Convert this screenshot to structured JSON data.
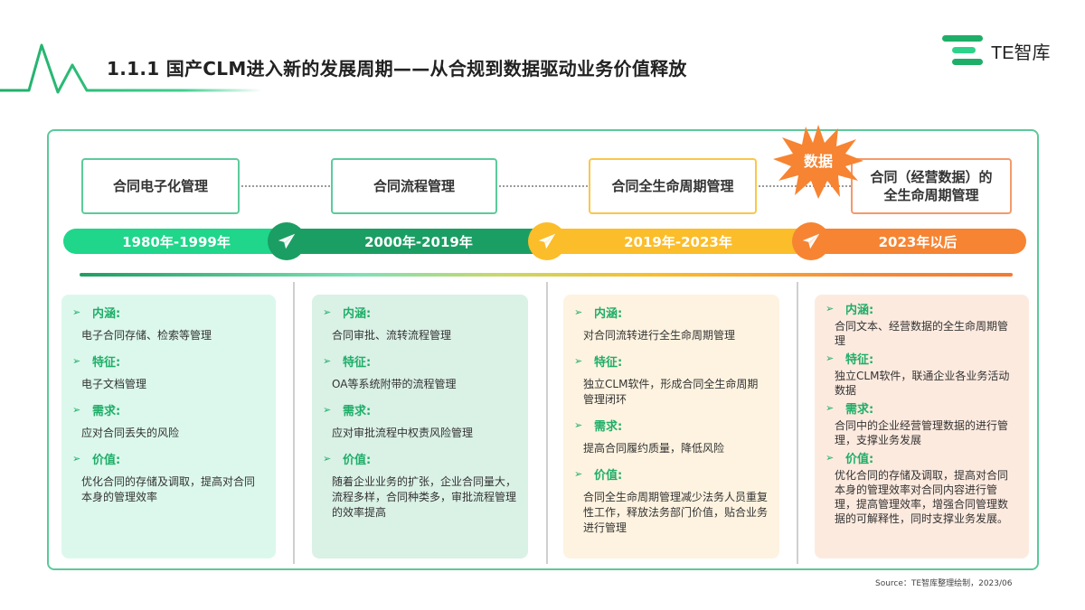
{
  "header": {
    "title": "1.1.1 国产CLM进入新的发展周期——从合规到数据驱动业务价值释放",
    "logo_text": "TE智库"
  },
  "stages": [
    {
      "name": "合同电子化管理",
      "period": "1980年-1999年",
      "color": "#1fd68a"
    },
    {
      "name": "合同流程管理",
      "period": "2000年-2019年",
      "color": "#1b9e63"
    },
    {
      "name": "合同全生命周期管理",
      "period": "2019年-2023年",
      "color": "#fbbd2a"
    },
    {
      "name_line1": "合同（经营数据）的",
      "name_line2": "全生命周期管理",
      "period": "2023年以后",
      "color": "#f68432"
    }
  ],
  "burst_label": "数据",
  "icons": {
    "timeline_node": "paper-plane-icon",
    "bullet": "arrow-right-icon"
  },
  "section_labels": {
    "connotation": "内涵:",
    "feature": "特征:",
    "demand": "需求:",
    "value": "价值:"
  },
  "columns": [
    {
      "connotation": "电子合同存储、检索等管理",
      "feature": "电子文档管理",
      "demand": "应对合同丢失的风险",
      "value": "优化合同的存储及调取，提高对合同本身的管理效率"
    },
    {
      "connotation": "合同审批、流转流程管理",
      "feature": "OA等系统附带的流程管理",
      "demand": "应对审批流程中权责风险管理",
      "value": "随着企业业务的扩张，企业合同量大，流程多样，合同种类多，审批流程管理的效率提高"
    },
    {
      "connotation": "对合同流转进行全生命周期管理",
      "feature": "独立CLM软件，形成合同全生命周期管理闭环",
      "demand": "提高合同履约质量，降低风险",
      "value": "合同全生命周期管理减少法务人员重复性工作，释放法务部门价值，贴合业务进行管理"
    },
    {
      "connotation": "合同文本、经营数据的全生命周期管理",
      "feature": "独立CLM软件，联通企业各业务活动数据",
      "demand": "合同中的企业经营管理数据的进行管理，支撑业务发展",
      "value": "优化合同的存储及调取，提高对合同本身的管理效率对合同内容进行管理，提高管理效率，增强合同管理数据的可解释性，同时支撑业务发展。"
    }
  ],
  "source": "Source：TE智库整理绘制，2023/06"
}
